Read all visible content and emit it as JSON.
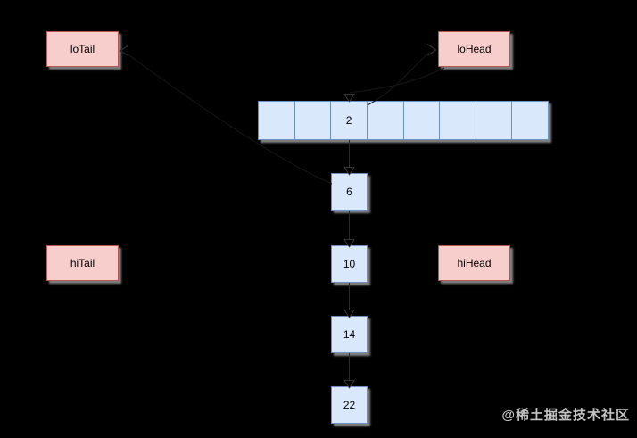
{
  "diagram": {
    "pointers": {
      "lo_tail": "loTail",
      "lo_head": "loHead",
      "hi_tail": "hiTail",
      "hi_head": "hiHead"
    },
    "bucket_array": {
      "cells": [
        "",
        "",
        "2",
        "",
        "",
        "",
        "",
        ""
      ]
    },
    "linked_nodes": [
      "6",
      "10",
      "14",
      "22"
    ],
    "colors": {
      "background": "#000000",
      "node_fill": "#dae8fc",
      "node_border": "#6c8ebf",
      "pointer_fill": "#f8cecc",
      "pointer_border": "#b85450",
      "shadow": "#a0a0a0"
    },
    "watermark": "@稀土掘金技术社区"
  }
}
